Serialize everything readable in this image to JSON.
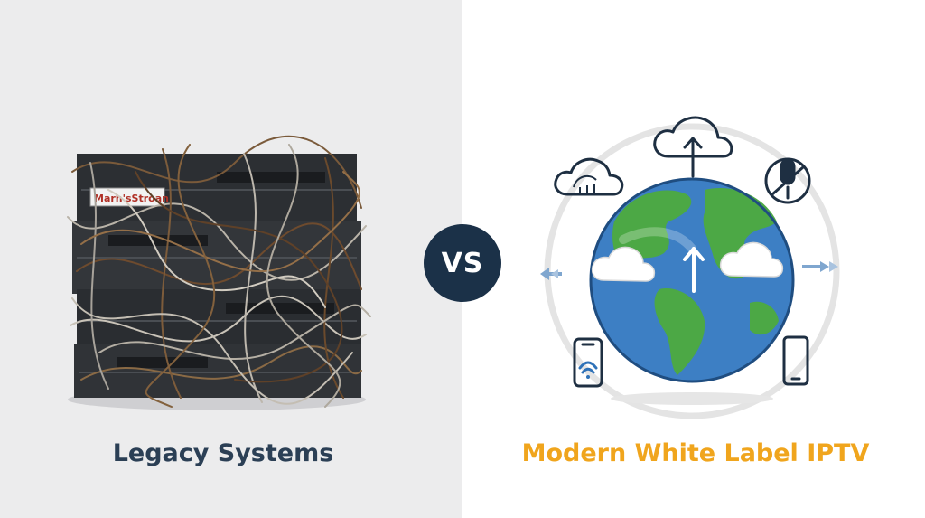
{
  "left": {
    "caption": "Legacy Systems",
    "server_label": "Marh'sStroan"
  },
  "divider": {
    "vs_label": "VS"
  },
  "right": {
    "caption": "Modern White Label IPTV",
    "icons": [
      "cloud-sync-icon",
      "cloud-upload-icon",
      "microphone-icon",
      "arrows-left-icon",
      "arrows-right-icon",
      "phone-wifi-icon",
      "tablet-icon",
      "globe-icon"
    ]
  },
  "colors": {
    "legacy_text": "#2b3f55",
    "modern_text": "#f0a51d",
    "vs_badge": "#1b3148",
    "ocean": "#3d7fc4",
    "land": "#4ca845"
  }
}
